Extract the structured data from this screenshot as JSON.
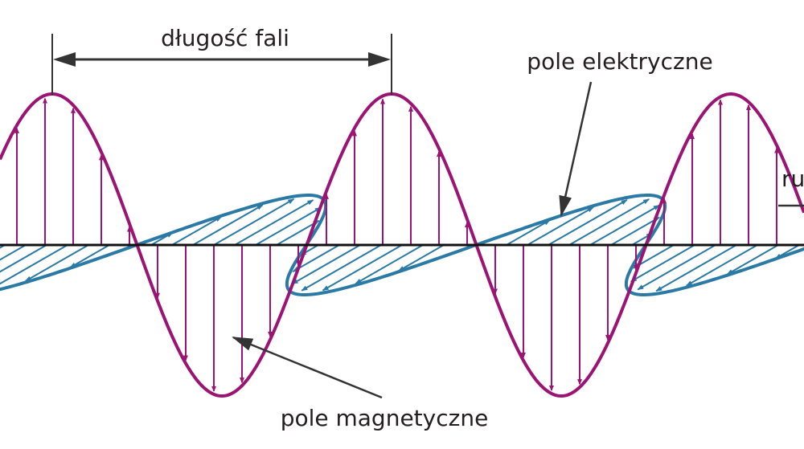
{
  "labels": {
    "wavelength": "długość fali",
    "electric_field": "pole elektryczne",
    "magnetic_field": "pole magnetyczne",
    "motion_partial": "ru"
  },
  "colors": {
    "magnetic_wave": "#9b1473",
    "electric_wave": "#2a7aa5",
    "axis": "#111111",
    "callout": "#333333",
    "text": "#231f20"
  }
}
